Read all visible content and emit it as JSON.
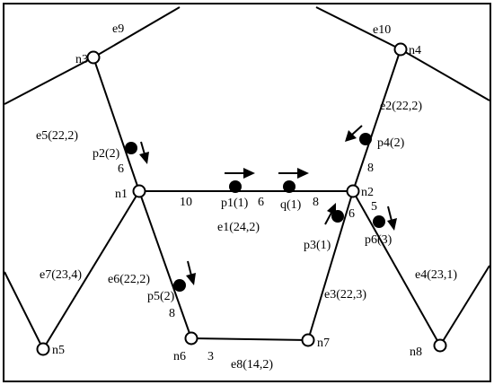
{
  "nodes": {
    "n1": "n1",
    "n2": "n2",
    "n3": "n3",
    "n4": "n4",
    "n5": "n5",
    "n6": "n6",
    "n7": "n7",
    "n8": "n8"
  },
  "edges": {
    "e1": "e1(24,2)",
    "e2": "e2(22,2)",
    "e3": "e3(22,3)",
    "e4": "e4(23,1)",
    "e5": "e5(22,2)",
    "e6": "e6(22,2)",
    "e7": "e7(23,4)",
    "e8": "e8(14,2)",
    "e9": "e9",
    "e10": "e10"
  },
  "points": {
    "p1": "p1(1)",
    "q1": "q(1)",
    "p2": "p2(2)",
    "p3": "p3(1)",
    "p4": "p4(2)",
    "p5": "p5(2)",
    "p6": "p6(3)"
  },
  "distances": {
    "n1_p1": "10",
    "p1_q1": "6",
    "q1_n2": "8",
    "p2_n1": "6",
    "p4_n2": "8",
    "p3_n2": "6",
    "p6_n2": "5",
    "p5_n6": "8",
    "n6_e8": "3"
  }
}
